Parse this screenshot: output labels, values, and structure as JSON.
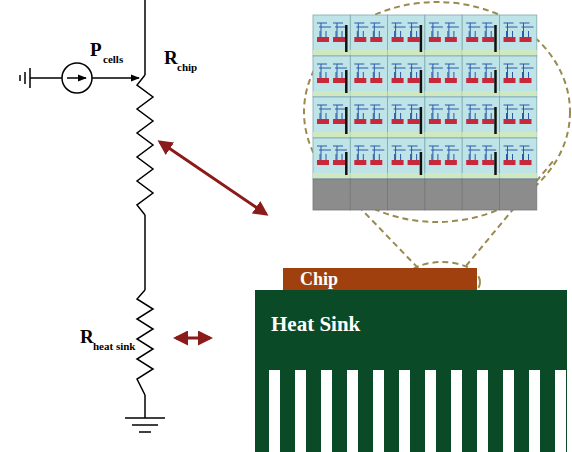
{
  "diagram": {
    "nodes": [
      {
        "text": [
          "Chip"
        ]
      },
      {
        "text": [
          "Heat Sink"
        ]
      }
    ],
    "labels": [
      "P",
      "cells",
      "R",
      "chip",
      "R",
      "heat sink"
    ]
  }
}
